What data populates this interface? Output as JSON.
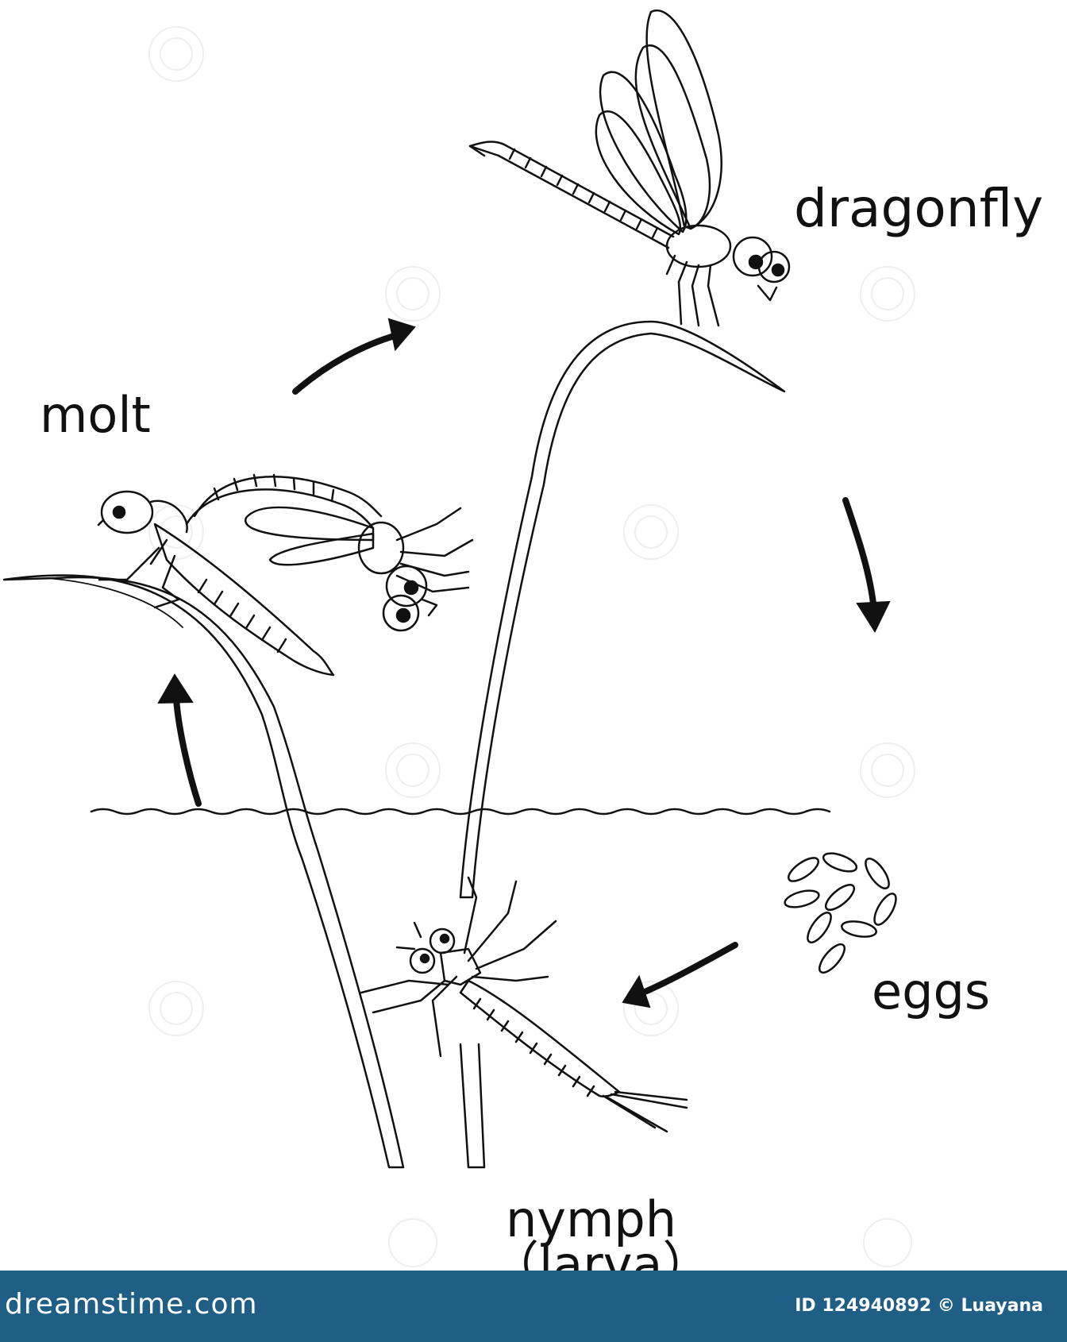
{
  "labels": {
    "dragonfly": "dragonfly",
    "molt": "molt",
    "eggs": "eggs",
    "nymph": "nymph",
    "larva": "（larva）"
  },
  "footer": {
    "brand": "dreamstime.com",
    "id_text": "ID 124940892 © Luayana"
  },
  "colors": {
    "line": "#111111",
    "footer_bg": "#1f5f86",
    "footer_text": "#ffffff"
  },
  "icons": [
    "dragonfly-icon",
    "molting-dragonfly-icon",
    "nymph-icon",
    "eggs-icon",
    "arrow-icon"
  ]
}
